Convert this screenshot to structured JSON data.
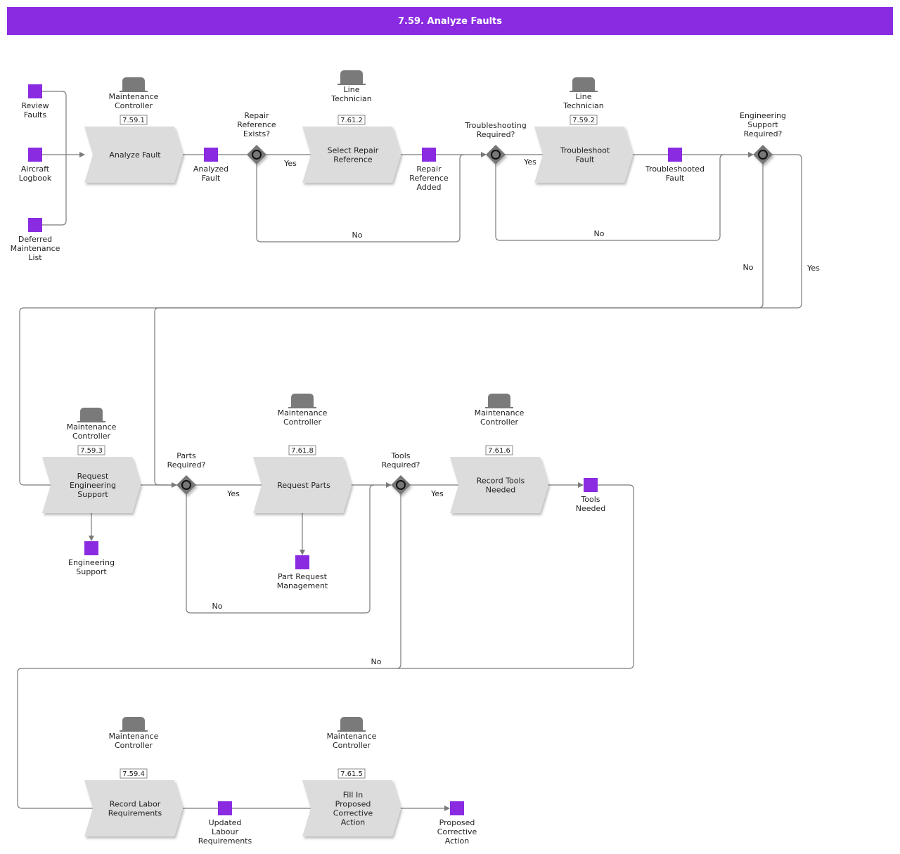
{
  "title": "7.59. Analyze Faults",
  "colors": {
    "header": "#8a2be2",
    "data_object": "#8a2be2",
    "function_fill": "#dcdcdc",
    "role_icon": "#7a7a7a",
    "gateway": "#777777",
    "connector": "#7a7a7a"
  },
  "data_objects": [
    {
      "id": "review-faults",
      "label": "Review\nFaults"
    },
    {
      "id": "aircraft-logbook",
      "label": "Aircraft\nLogbook"
    },
    {
      "id": "deferred-maintenance-list",
      "label": "Deferred\nMaintenance\nList"
    },
    {
      "id": "analyzed-fault",
      "label": "Analyzed\nFault"
    },
    {
      "id": "repair-reference-added",
      "label": "Repair\nReference\nAdded"
    },
    {
      "id": "troubleshooted-fault",
      "label": "Troubleshooted\nFault"
    },
    {
      "id": "engineering-support",
      "label": "Engineering\nSupport"
    },
    {
      "id": "part-request-management",
      "label": "Part Request\nManagement"
    },
    {
      "id": "tools-needed",
      "label": "Tools\nNeeded"
    },
    {
      "id": "updated-labour-requirements",
      "label": "Updated\nLabour\nRequirements"
    },
    {
      "id": "proposed-corrective-action",
      "label": "Proposed\nCorrective\nAction"
    }
  ],
  "functions": [
    {
      "id": "analyze-fault",
      "label": "Analyze Fault",
      "role": "Maintenance\nController",
      "ref": "7.59.1"
    },
    {
      "id": "select-repair-reference",
      "label": "Select Repair\nReference",
      "role": "Line\nTechnician",
      "ref": "7.61.2"
    },
    {
      "id": "troubleshoot-fault",
      "label": "Troubleshoot\nFault",
      "role": "Line\nTechnician",
      "ref": "7.59.2"
    },
    {
      "id": "request-engineering-support",
      "label": "Request\nEngineering\nSupport",
      "role": "Maintenance\nController",
      "ref": "7.59.3"
    },
    {
      "id": "request-parts",
      "label": "Request Parts",
      "role": "Maintenance\nController",
      "ref": "7.61.8"
    },
    {
      "id": "record-tools-needed",
      "label": "Record Tools\nNeeded",
      "role": "Maintenance\nController",
      "ref": "7.61.6"
    },
    {
      "id": "record-labor-requirements",
      "label": "Record Labor\nRequirements",
      "role": "Maintenance\nController",
      "ref": "7.59.4"
    },
    {
      "id": "fill-in-proposed-corrective-action",
      "label": "Fill In\nProposed\nCorrective\nAction",
      "role": "Maintenance\nController",
      "ref": "7.61.5"
    }
  ],
  "gateways": [
    {
      "id": "repair-reference-exists",
      "label": "Repair\nReference\nExists?"
    },
    {
      "id": "troubleshooting-required",
      "label": "Troubleshooting\nRequired?"
    },
    {
      "id": "engineering-support-required",
      "label": "Engineering\nSupport\nRequired?"
    },
    {
      "id": "parts-required",
      "label": "Parts\nRequired?"
    },
    {
      "id": "tools-required",
      "label": "Tools\nRequired?"
    }
  ],
  "edge_labels": [
    {
      "id": "repair-yes",
      "label": "Yes"
    },
    {
      "id": "repair-no",
      "label": "No"
    },
    {
      "id": "troubleshoot-yes",
      "label": "Yes"
    },
    {
      "id": "troubleshoot-no",
      "label": "No"
    },
    {
      "id": "engineering-no",
      "label": "No"
    },
    {
      "id": "engineering-yes",
      "label": "Yes"
    },
    {
      "id": "parts-yes",
      "label": "Yes"
    },
    {
      "id": "parts-no",
      "label": "No"
    },
    {
      "id": "tools-yes",
      "label": "Yes"
    },
    {
      "id": "tools-no",
      "label": "No"
    }
  ]
}
